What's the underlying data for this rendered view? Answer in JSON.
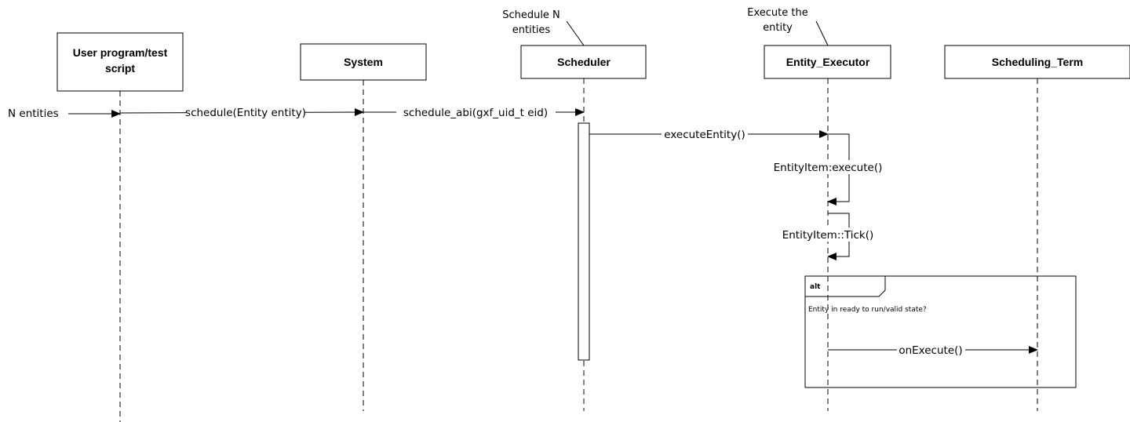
{
  "participants": [
    {
      "id": "user",
      "label_line1": "User program/test",
      "label_line2": "script"
    },
    {
      "id": "system",
      "label_line1": "System"
    },
    {
      "id": "scheduler",
      "label_line1": "Scheduler"
    },
    {
      "id": "executor",
      "label_line1": "Entity_Executor"
    },
    {
      "id": "term",
      "label_line1": "Scheduling_Term"
    }
  ],
  "notes": {
    "scheduler_line1": "Schedule N",
    "scheduler_line2": "entities",
    "executor_line1": "Execute the",
    "executor_line2": "entity"
  },
  "external_input": "N entities",
  "messages": {
    "schedule": "schedule(Entity entity)",
    "schedule_abi": "schedule_abi(gxf_uid_t eid)",
    "execute_entity": "executeEntity()",
    "item_execute": "EntityItem:execute()",
    "item_tick": "EntityItem::Tick()",
    "on_execute": "onExecute()"
  },
  "alt_fragment": {
    "operator": "alt",
    "guard": "Entity in ready to run/valid state?"
  }
}
